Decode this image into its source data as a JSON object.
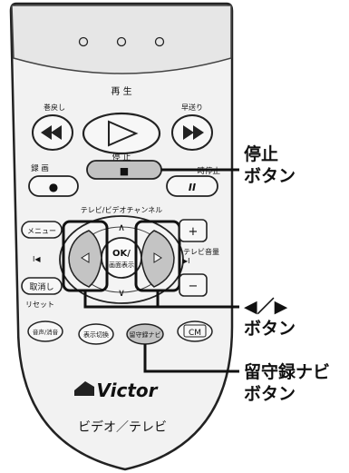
{
  "remote": {
    "label_play": "再 生",
    "label_rewind": "巻戻し",
    "label_ffwd": "早送り",
    "label_record": "録 画",
    "label_stop": "停 止",
    "label_pause": "一時停止",
    "label_channel": "テレビ/ビデオチャンネル",
    "label_menu": "メニュー",
    "label_volume": "テレビ音量",
    "label_ok": "OK/",
    "label_screen_display": "画面表示",
    "label_cancel": "取消し",
    "label_reset": "リセット",
    "label_audio": "音声/消音",
    "label_display_switch": "表示切換",
    "label_rusu_navi": "留守録ナビ",
    "label_cm": "CM",
    "label_up": "∧",
    "label_down": "∨",
    "label_plus": "+",
    "label_minus": "−",
    "brand": "Victor",
    "model_caption": "ビデオ／テレビ",
    "stop_symbol": "■",
    "pause_symbol": "II",
    "record_symbol": "●"
  },
  "annotations": {
    "stop_line1": "停止",
    "stop_line2": "ボタン",
    "arrow_line1": "◀／▶",
    "arrow_line2": "ボタン",
    "rusu_line1": "留守録ナビ",
    "rusu_line2": "ボタン"
  },
  "colors": {
    "body": "#f2f2f2",
    "top_panel": "#e6e6e6",
    "gray_button": "#bfbfbf",
    "highlight": "#111111"
  }
}
